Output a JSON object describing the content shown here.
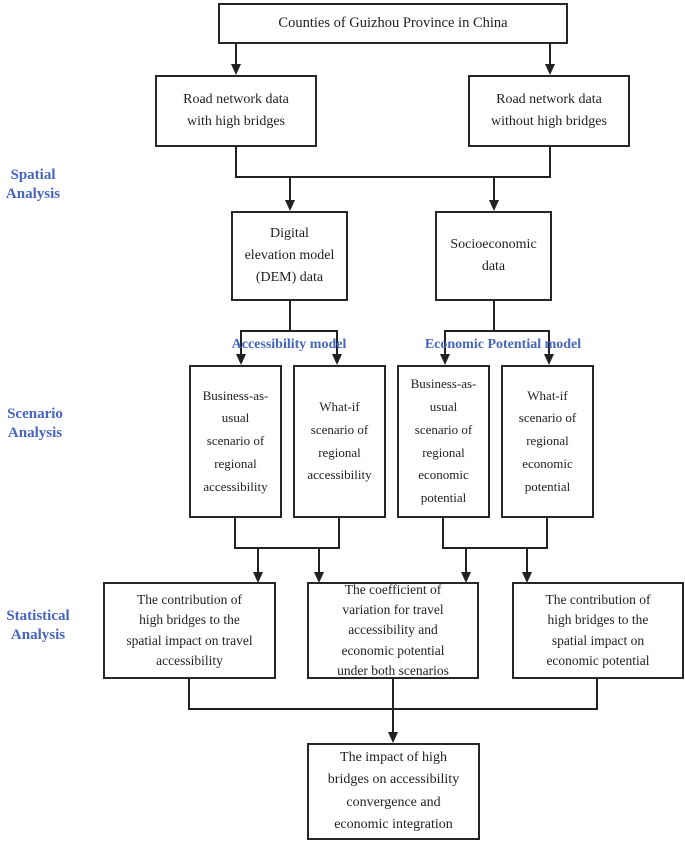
{
  "side_labels": {
    "spatial": [
      "Spatial",
      "Analysis"
    ],
    "scenario": [
      "Scenario",
      "Analysis"
    ],
    "statistical": [
      "Statistical",
      "Analysis"
    ]
  },
  "model_labels": {
    "accessibility": "Accessibility model",
    "economic": "Economic Potential model"
  },
  "boxes": {
    "counties": "Counties of Guizhou Province in China",
    "road_with": [
      "Road network data",
      "with high bridges"
    ],
    "road_without": [
      "Road network data",
      "without high bridges"
    ],
    "dem": [
      "Digital",
      "elevation model",
      "(DEM) data"
    ],
    "socioeconomic": [
      "Socioeconomic",
      "data"
    ],
    "bau_accessibility": [
      "Business-as-",
      "usual",
      "scenario of",
      "regional",
      "accessibility"
    ],
    "whatif_accessibility": [
      "What-if",
      "scenario of",
      "regional",
      "accessibility"
    ],
    "bau_economic": [
      "Business-as-",
      "usual",
      "scenario of",
      "regional",
      "economic",
      "potential"
    ],
    "whatif_economic": [
      "What-if",
      "scenario of",
      "regional",
      "economic",
      "potential"
    ],
    "contribution_accessibility": [
      "The contribution of",
      "high bridges to the",
      "spatial impact on travel",
      "accessibility"
    ],
    "coefficient_variation": [
      "The coefficient of",
      "variation for travel",
      "accessibility and",
      "economic potential",
      "under both scenarios"
    ],
    "contribution_economic": [
      "The contribution of",
      "high bridges to the",
      "spatial impact on",
      "economic potential"
    ],
    "impact": [
      "The impact of high",
      "bridges on accessibility",
      "convergence and",
      "economic integration"
    ]
  },
  "colors": {
    "label_blue": "#4565be",
    "line": "#212121"
  }
}
